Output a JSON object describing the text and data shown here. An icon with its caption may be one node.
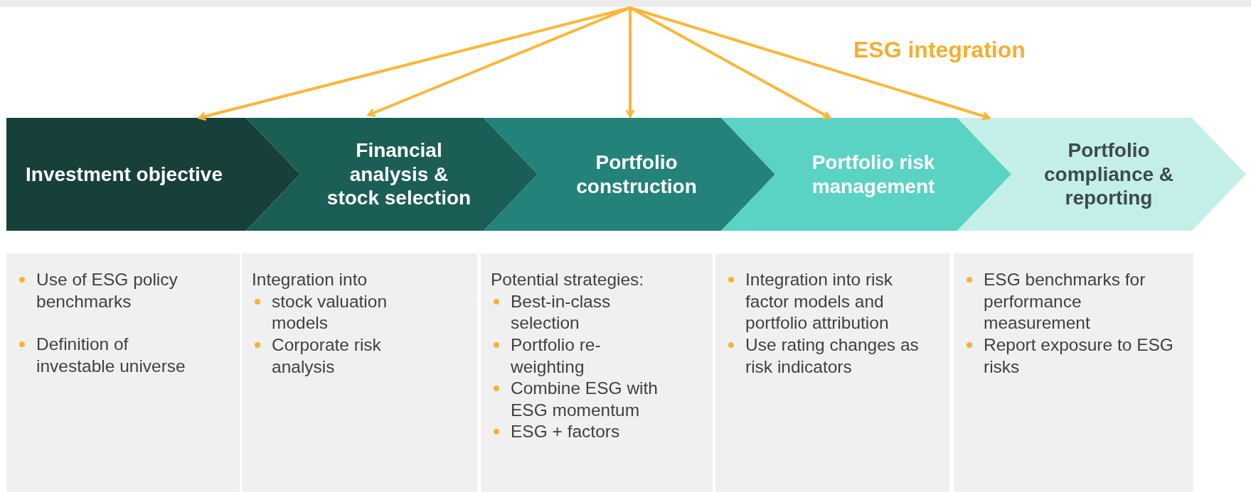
{
  "diagram": {
    "nodes": [
      {
        "text": [
          "Investment objective"
        ]
      },
      {
        "text": [
          "Financial analysis & stock selection"
        ]
      },
      {
        "text": [
          "Portfolio construction"
        ]
      },
      {
        "text": [
          "Portfolio risk management"
        ]
      },
      {
        "text": [
          "Portfolio compliance & reporting"
        ]
      },
      {
        "text": [
          "Use of ESG policy benchmarks",
          "Definition of investable universe"
        ]
      },
      {
        "text": [
          "Integration into",
          "stock valuation models",
          "Corporate risk analysis"
        ]
      },
      {
        "text": [
          "Potential strategies:",
          "Best-in-class selection",
          "Portfolio re-weighting",
          "Combine ESG with ESG momentum",
          "ESG + factors"
        ]
      },
      {
        "text": [
          "Integration into risk factor models and portfolio attribution",
          "Use rating changes as risk indicators"
        ]
      },
      {
        "text": [
          "ESG benchmarks for performance measurement",
          "Report exposure to ESG risks"
        ]
      }
    ],
    "edges": [
      {
        "from": null,
        "to": 0,
        "arrow": "to"
      },
      {
        "from": null,
        "to": 1,
        "arrow": "to"
      },
      {
        "from": null,
        "to": 2,
        "arrow": "to"
      },
      {
        "from": null,
        "to": 3,
        "arrow": "to"
      },
      {
        "from": null,
        "to": 4,
        "arrow": "to"
      }
    ],
    "labels": [
      "ESG integration"
    ]
  }
}
